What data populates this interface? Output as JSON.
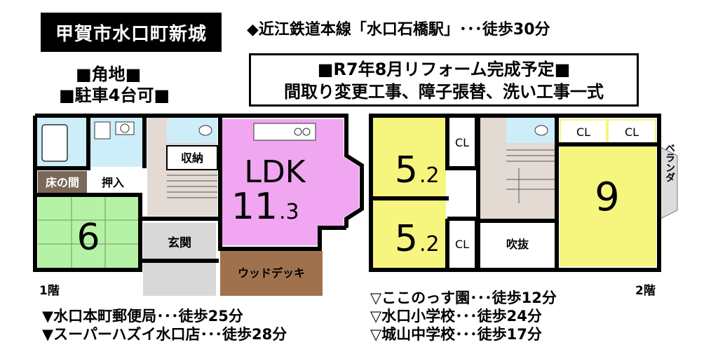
{
  "header": {
    "area": "甲賀市水口町新城",
    "station": "◆近江鉄道本線「水口石橋駅」･･･徒歩30分",
    "corner": "■角地■",
    "parking": "■駐車4台可■",
    "reform_line1": "■R7年8月リフォーム完成予定■",
    "reform_line2": "間取り変更工事、障子張替、洗い工事一式"
  },
  "floor1": {
    "label": "1階",
    "tokonoma": "床の間",
    "oshiire": "押入",
    "tatami_size": "6",
    "storage": "収納",
    "entrance": "玄関",
    "ldk_label": "LDK",
    "ldk_size_main": "11",
    "ldk_size_dec": ".3",
    "deck": "ウッドデッキ"
  },
  "floor2": {
    "label": "2階",
    "room_a_main": "5",
    "room_a_dec": ".2",
    "room_b_main": "5",
    "room_b_dec": ".2",
    "closet": "CL",
    "fukinuke": "吹抜",
    "room_c_size": "9",
    "veranda": "ベランダ"
  },
  "nearby_left": [
    "▼水口本町郵便局･･･徒歩25分",
    "▼スーパーハズイ水口店･･･徒歩28分"
  ],
  "nearby_right": [
    "▽ここのっす園･･･徒歩12分",
    "▽水口小学校･･･徒歩24分",
    "▽城山中学校･･･徒歩17分"
  ],
  "colors": {
    "tatami": "#b6f2a6",
    "ldk": "#f0a6f0",
    "western_room": "#f6f57e",
    "water": "#cdeef9",
    "stairs": "#e3dad3",
    "tokonoma": "#7a6958",
    "deck": "#a0714d",
    "entrance": "#d8d8d8"
  }
}
